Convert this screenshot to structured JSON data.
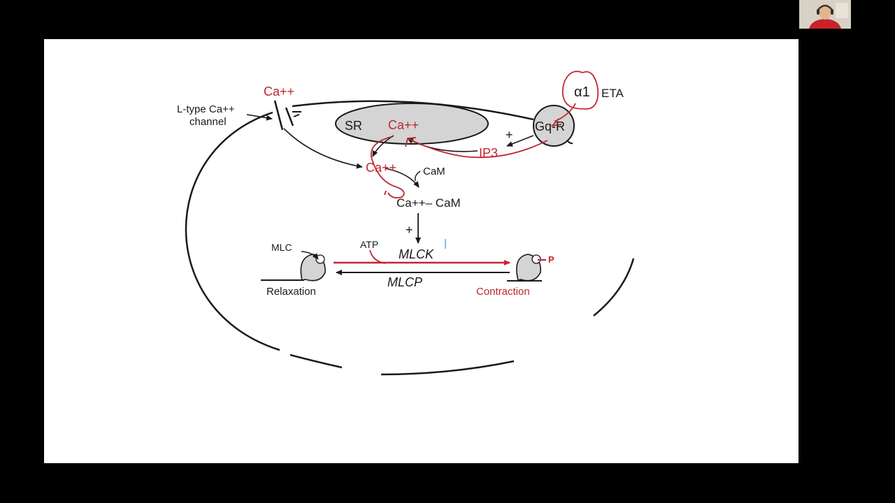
{
  "colors": {
    "red": "#c0272d",
    "ink": "#1a1a1a",
    "gray_fill": "#d4d4d4",
    "slide_bg": "#ffffff",
    "frame_bg": "#000000"
  },
  "diagram": {
    "ca_outside": "Ca++",
    "ltype_line1": "L-type Ca++",
    "ltype_line2": "channel",
    "sr": "SR",
    "ca_sr": "Ca++",
    "receptor": "Gq-R",
    "receptor_plus": "+",
    "ip3": "IP3",
    "alpha1": "α1",
    "eta": "ETA",
    "ca_cytosol": "Ca++",
    "cam": "CaM",
    "ca_cam": "Ca++– CaM",
    "plus": "+",
    "atp": "ATP",
    "mlck": "MLCK",
    "mlcp": "MLCP",
    "mlc": "MLC",
    "phosphate": "P",
    "relaxation": "Relaxation",
    "contraction": "Contraction"
  },
  "webcam": {
    "icon": "person-video-icon"
  }
}
